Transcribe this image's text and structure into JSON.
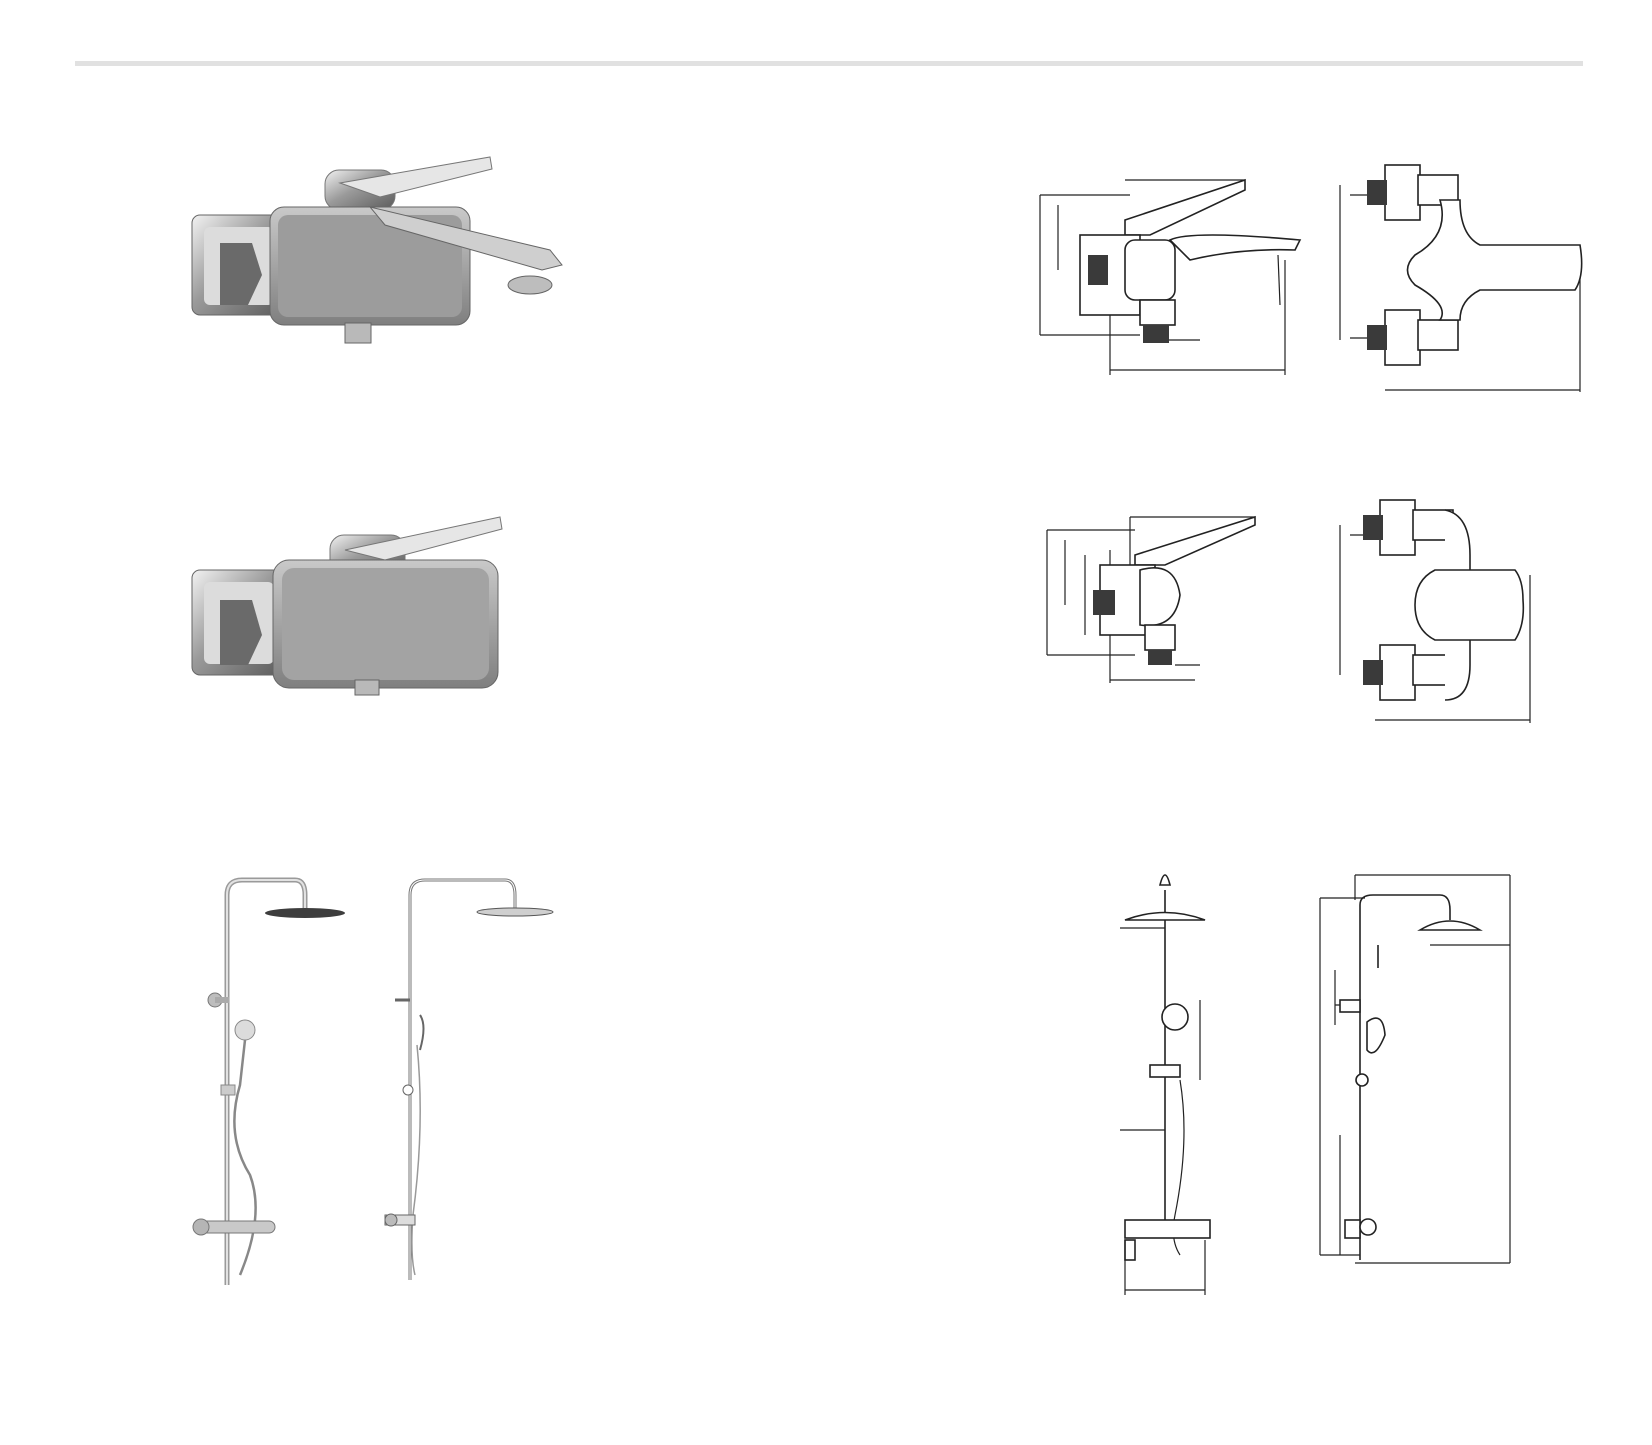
{
  "page": {
    "background": "#ffffff",
    "rule_color": "#e1e1e1"
  },
  "products": [
    {
      "name": "bath-mixer",
      "photo_icon": "bath-mixer-photo",
      "drawing_icon": "bath-mixer-technical-drawing"
    },
    {
      "name": "shower-mixer",
      "photo_icon": "shower-mixer-photo",
      "drawing_icon": "shower-mixer-technical-drawing"
    },
    {
      "name": "shower-column",
      "photo_icon": "shower-column-photo",
      "drawing_icon": "shower-column-technical-drawing"
    }
  ]
}
